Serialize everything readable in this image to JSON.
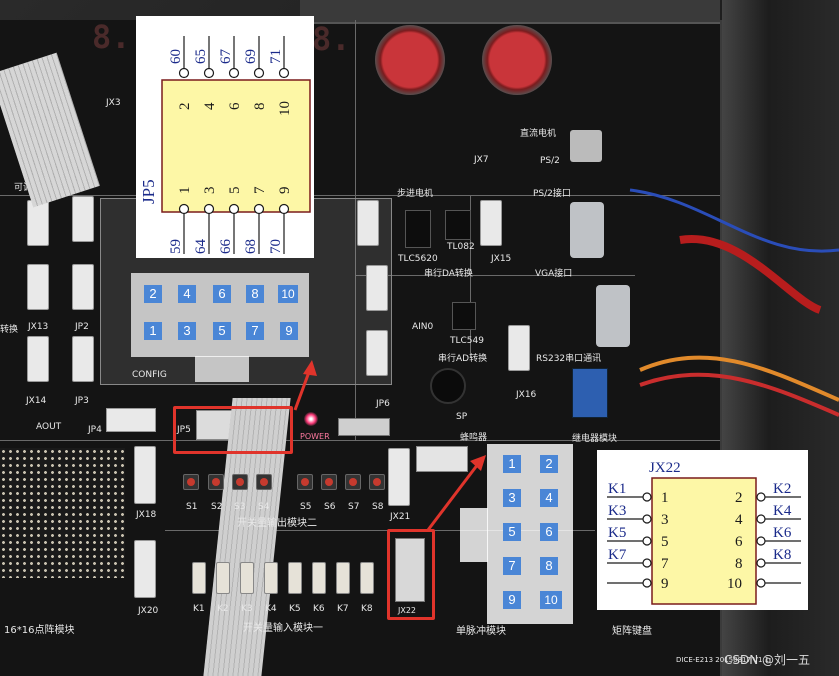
{
  "colors": {
    "board": "#151515",
    "highlight": "#e0342b",
    "callout_blue": "#4a86d6",
    "schematic_bg": "#fdf7a6",
    "schematic_line": "#1a2a8a",
    "pcb_line": "#7a1c1c"
  },
  "board": {
    "labels": {
      "adjustable_voltage": "可调电压",
      "conversion": "转换",
      "jx13": "JX13",
      "jp2": "JP2",
      "jp3": "JP3",
      "jp4": "JP4",
      "jx14": "JX14",
      "aout": "AOUT",
      "jx3": "JX3",
      "stepper_motor": "步进电机",
      "dc_motor": "直流电机",
      "jx7": "JX7",
      "ps2": "PS/2接口",
      "ps2_short": "PS/2",
      "tlc5620": "TLC5620",
      "tl082": "TL082",
      "jx15": "JX15",
      "serial_da": "串行DA转换",
      "vga": "VGA接口",
      "ain0": "AIN0",
      "tlc549": "TLC549",
      "serial_ad": "串行AD转换",
      "rs232": "RS232串口通讯",
      "jp6": "JP6",
      "jx16": "JX16",
      "buzzer": "蜂鸣器",
      "relay": "继电器模块",
      "sp": "SP",
      "jp5": "JP5",
      "jx18": "JX18",
      "jx21": "JX21",
      "jx20": "JX20",
      "jx22": "JX22",
      "switch_output": "开关量输出模块二",
      "switch_input": "开关量输入模块一",
      "dot_matrix": "16*16点阵模块",
      "single_pulse": "单脉冲模块",
      "matrix_keyboard": "矩阵键盘",
      "config": "CONFIG",
      "power": "POWER",
      "serial_no": "DICE-E213 20150817 V1.1",
      "seg_display": "8.",
      "seg_display_2": "8."
    },
    "buttons": [
      "S1",
      "S2",
      "S3",
      "S4",
      "S5",
      "S6",
      "S7",
      "S8"
    ],
    "switches": [
      "K1",
      "K2",
      "K3",
      "K4",
      "K5",
      "K6",
      "K7",
      "K8"
    ]
  },
  "jp5_schematic": {
    "name": "JP5",
    "top_pins": [
      "60",
      "65",
      "67",
      "69",
      "71"
    ],
    "inner_top": [
      "2",
      "4",
      "6",
      "8",
      "10"
    ],
    "inner_bottom": [
      "1",
      "3",
      "5",
      "7",
      "9"
    ],
    "bottom_pins": [
      "59",
      "64",
      "66",
      "68",
      "70"
    ]
  },
  "jp5_callout": {
    "row_top": [
      "2",
      "4",
      "6",
      "8",
      "10"
    ],
    "row_bottom": [
      "1",
      "3",
      "5",
      "7",
      "9"
    ]
  },
  "jx22_callout": {
    "rows": [
      [
        "1",
        "2"
      ],
      [
        "3",
        "4"
      ],
      [
        "5",
        "6"
      ],
      [
        "7",
        "8"
      ],
      [
        "9",
        "10"
      ]
    ]
  },
  "jx22_schematic": {
    "title": "JX22",
    "left_labels": [
      "K1",
      "K3",
      "K5",
      "K7",
      ""
    ],
    "left_pins": [
      "1",
      "3",
      "5",
      "7",
      "9"
    ],
    "right_pins": [
      "2",
      "4",
      "6",
      "8",
      "10"
    ],
    "right_labels": [
      "K2",
      "K4",
      "K6",
      "K8",
      ""
    ]
  },
  "watermark": "CSDN @刘一五"
}
